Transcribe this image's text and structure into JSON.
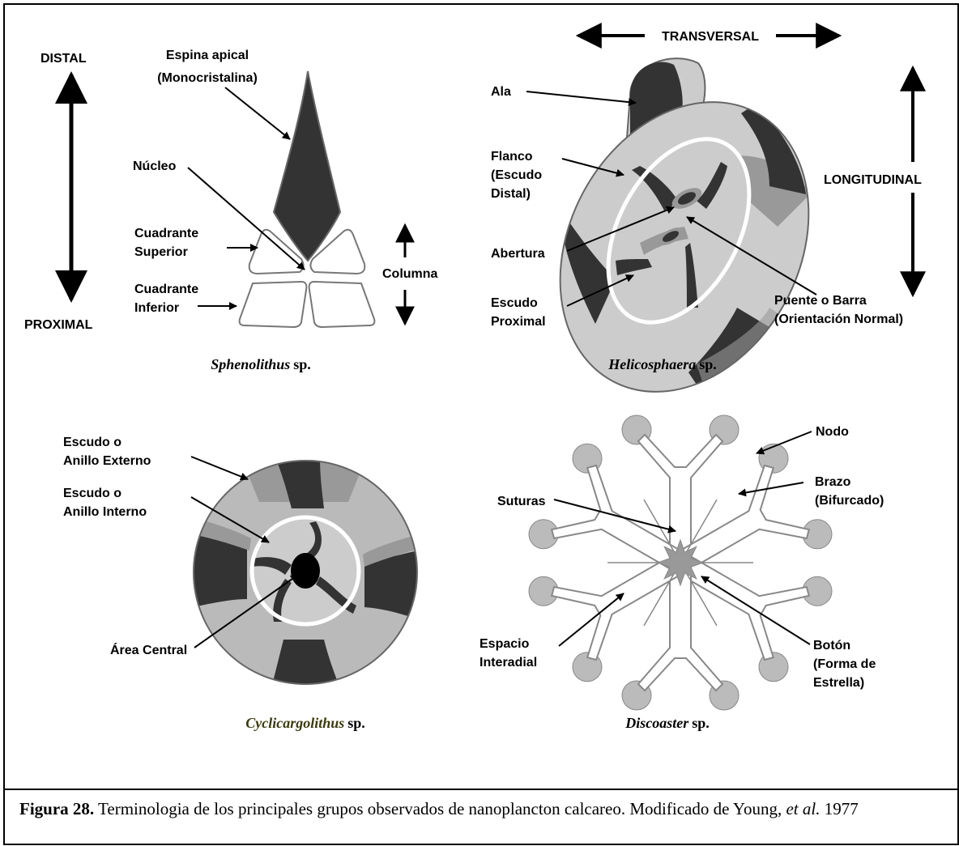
{
  "labels": {
    "distal": "DISTAL",
    "proximal": "PROXIMAL",
    "transversal": "TRANSVERSAL",
    "longitudinal": "LONGITUDINAL",
    "espina_1": "Espina apical",
    "espina_2": "(Monocristalina)",
    "nucleo": "Núcleo",
    "cuad_sup_1": "Cuadrante",
    "cuad_sup_2": "Superior",
    "cuad_inf_1": "Cuadrante",
    "cuad_inf_2": "Inferior",
    "columna": "Columna",
    "ala": "Ala",
    "flanco_1": "Flanco",
    "flanco_2": "(Escudo",
    "flanco_3": "Distal)",
    "abertura": "Abertura",
    "escudo_prox_1": "Escudo",
    "escudo_prox_2": "Proximal",
    "puente_1": "Puente o Barra",
    "puente_2": "(Orientación Normal)",
    "ext_1": "Escudo o",
    "ext_2": "Anillo Externo",
    "int_1": "Escudo o",
    "int_2": "Anillo Interno",
    "area_central": "Área Central",
    "nodo": "Nodo",
    "brazo_1": "Brazo",
    "brazo_2": "(Bifurcado)",
    "suturas": "Suturas",
    "espacio_1": "Espacio",
    "espacio_2": "Interadial",
    "boton_1": "Botón",
    "boton_2": "(Forma de",
    "boton_3": "Estrella)"
  },
  "genera": {
    "sphenolithus": "Sphenolithus",
    "helicosphaera": "Helicosphaera",
    "cyclicargolithus": "Cyclicargolithus",
    "discoaster": "Discoaster",
    "suffix": "sp."
  },
  "caption": {
    "bold": "Figura 28.",
    "text": " Terminologia de los principales grupos observados de nanoplancton calcareo. Modificado de Young, ",
    "etal": "et al.",
    "year": " 1977"
  },
  "colors": {
    "dark": "#333333",
    "mid": "#999999",
    "light": "#cccccc",
    "outline": "#666666",
    "cyclicargolithus_caption": "#3a3a10"
  }
}
